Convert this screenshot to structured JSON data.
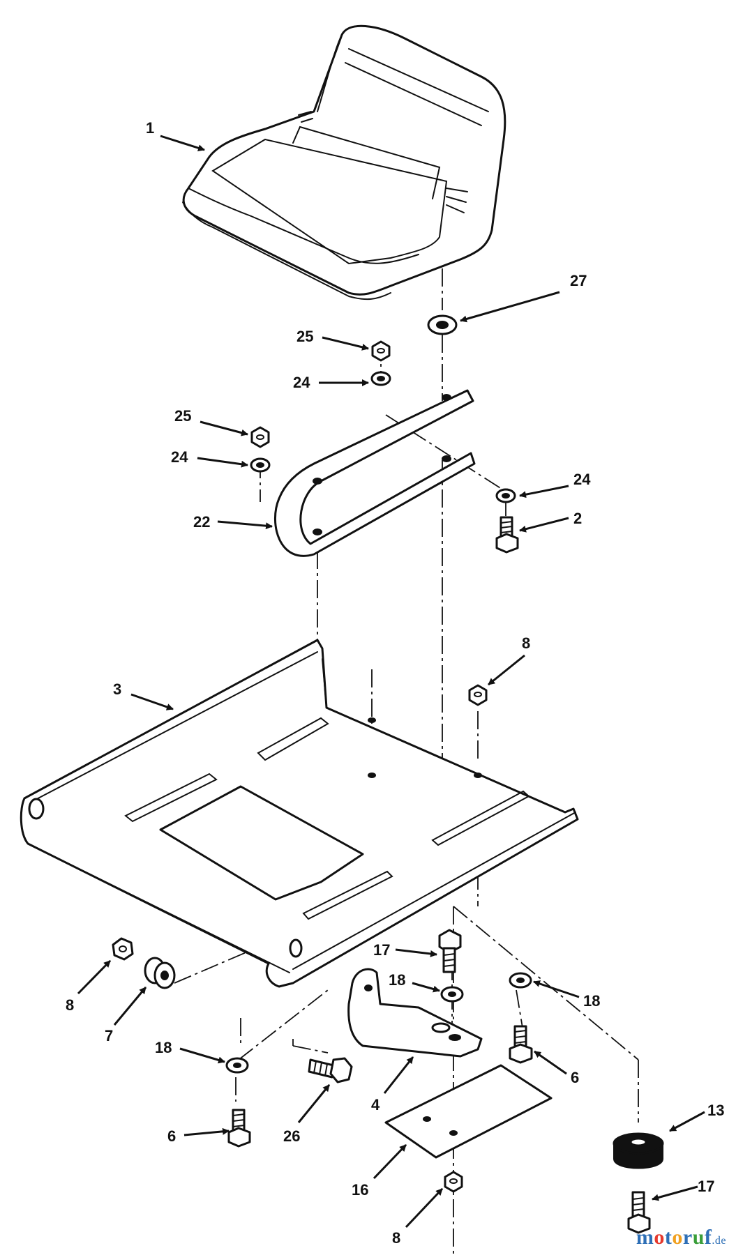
{
  "diagram": {
    "callouts": [
      {
        "id": "c1",
        "label": "1"
      },
      {
        "id": "c27",
        "label": "27"
      },
      {
        "id": "c25a",
        "label": "25"
      },
      {
        "id": "c24a",
        "label": "24"
      },
      {
        "id": "c25b",
        "label": "25"
      },
      {
        "id": "c24b",
        "label": "24"
      },
      {
        "id": "c22",
        "label": "22"
      },
      {
        "id": "c24c",
        "label": "24"
      },
      {
        "id": "c2",
        "label": "2"
      },
      {
        "id": "c3",
        "label": "3"
      },
      {
        "id": "c8a",
        "label": "8"
      },
      {
        "id": "c8b",
        "label": "8"
      },
      {
        "id": "c7",
        "label": "7"
      },
      {
        "id": "c17a",
        "label": "17"
      },
      {
        "id": "c18a",
        "label": "18"
      },
      {
        "id": "c18b",
        "label": "18"
      },
      {
        "id": "c18c",
        "label": "18"
      },
      {
        "id": "c6a",
        "label": "6"
      },
      {
        "id": "c26",
        "label": "26"
      },
      {
        "id": "c4",
        "label": "4"
      },
      {
        "id": "c6b",
        "label": "6"
      },
      {
        "id": "c13",
        "label": "13"
      },
      {
        "id": "c16",
        "label": "16"
      },
      {
        "id": "c8c",
        "label": "8"
      },
      {
        "id": "c17b",
        "label": "17"
      }
    ]
  },
  "watermark": {
    "letters": [
      "m",
      "o",
      "t",
      "o",
      "r",
      "u",
      "f"
    ],
    "tld": ".de",
    "letter_colors": [
      "#2e6fb6",
      "#e63a2e",
      "#2e6fb6",
      "#f0a020",
      "#2e6fb6",
      "#3a9e3a",
      "#2e6fb6"
    ]
  }
}
